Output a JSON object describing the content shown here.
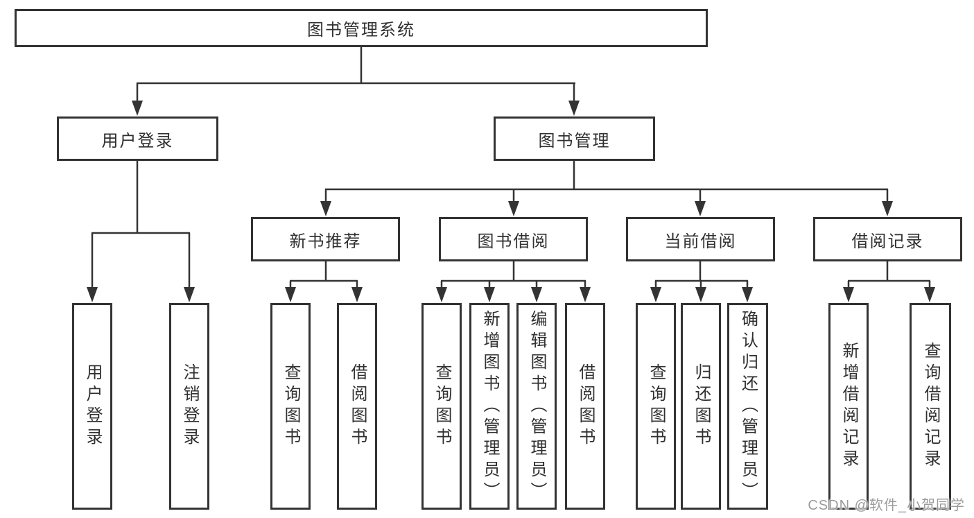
{
  "colors": {
    "line": "#333333",
    "box_border": "#333333",
    "box_fill": "#ffffff",
    "text": "#303030",
    "watermark_text": "#9b9b9b",
    "background": "#ffffff"
  },
  "tree": {
    "root": {
      "label": "图书管理系统"
    },
    "children": [
      {
        "label": "用户登录",
        "children": [
          {
            "label": "用户登录"
          },
          {
            "label": "注销登录"
          }
        ]
      },
      {
        "label": "图书管理",
        "children": [
          {
            "label": "新书推荐",
            "children": [
              {
                "label": "查询图书"
              },
              {
                "label": "借阅图书"
              }
            ]
          },
          {
            "label": "图书借阅",
            "children": [
              {
                "label": "查询图书"
              },
              {
                "label": "新增图书（管理员）"
              },
              {
                "label": "编辑图书（管理员）"
              },
              {
                "label": "借阅图书"
              }
            ]
          },
          {
            "label": "当前借阅",
            "children": [
              {
                "label": "查询图书"
              },
              {
                "label": "归还图书"
              },
              {
                "label": "确认归还（管理员）"
              }
            ]
          },
          {
            "label": "借阅记录",
            "children": [
              {
                "label": "新增借阅记录"
              },
              {
                "label": "查询借阅记录"
              }
            ]
          }
        ]
      }
    ]
  },
  "watermark": {
    "text": "CSDN @软件_小贺同学"
  }
}
